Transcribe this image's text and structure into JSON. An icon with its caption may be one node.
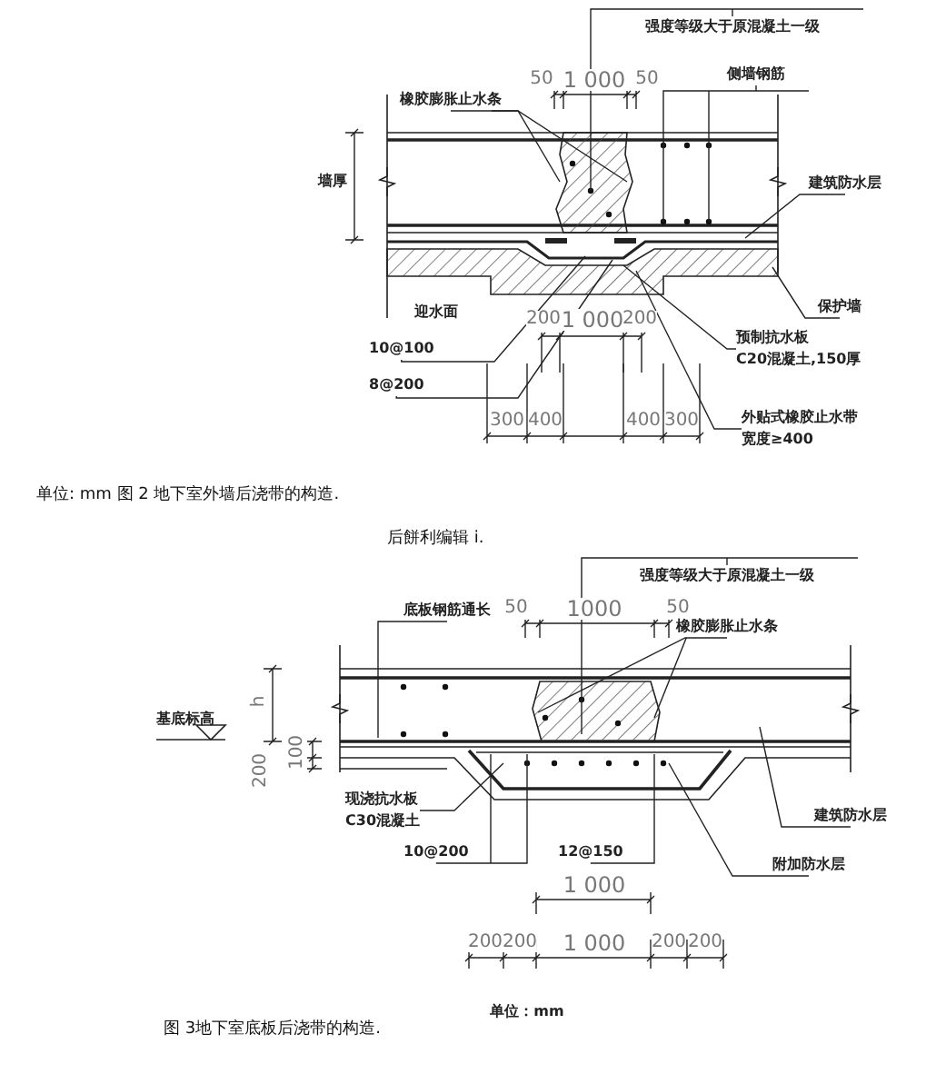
{
  "diagram": {
    "nodes": [
      {
        "text": [
          "强度等级大于原混凝土一级"
        ]
      },
      {
        "text": [
          "侧墙钢筋"
        ]
      },
      {
        "text": [
          "橡胶膨胀止水条"
        ]
      },
      {
        "text": [
          "建筑防水层"
        ]
      },
      {
        "text": [
          "保护墙"
        ]
      },
      {
        "text": [
          "预制抗水板",
          "C20混凝土,150厚"
        ]
      },
      {
        "text": [
          "10@100"
        ]
      },
      {
        "text": [
          "8@200"
        ]
      },
      {
        "text": [
          "外贴式橡胶止水带",
          "宽度≥400"
        ]
      },
      {
        "text": [
          "强度等级大于原混凝土一级"
        ]
      },
      {
        "text": [
          "底板钢筋通长"
        ]
      },
      {
        "text": [
          "橡胶膨胀止水条"
        ]
      },
      {
        "text": [
          "现浇抗水板",
          "C30混凝土"
        ]
      },
      {
        "text": [
          "10@200"
        ]
      },
      {
        "text": [
          "12@150"
        ]
      },
      {
        "text": [
          "建筑防水层"
        ]
      },
      {
        "text": [
          "附加防水层"
        ]
      },
      {
        "text": [],
        "shape": "picture"
      },
      {
        "text": [],
        "shape": "picture"
      }
    ],
    "edges": [
      {
        "from": 0,
        "to": 17,
        "arrow": "none"
      },
      {
        "from": 1,
        "to": 17,
        "arrow": "none"
      },
      {
        "from": 2,
        "to": 17,
        "arrow": "none"
      },
      {
        "from": 2,
        "to": 17,
        "arrow": "none"
      },
      {
        "from": 3,
        "to": 17,
        "arrow": "none"
      },
      {
        "from": 4,
        "to": 17,
        "arrow": "none"
      },
      {
        "from": 5,
        "to": 17,
        "arrow": "none"
      },
      {
        "from": 6,
        "to": 17,
        "arrow": "none"
      },
      {
        "from": 7,
        "to": 17,
        "arrow": "none"
      },
      {
        "from": 8,
        "to": 17,
        "arrow": "none"
      },
      {
        "from": 9,
        "to": 18,
        "arrow": "none"
      },
      {
        "from": 10,
        "to": 18,
        "arrow": "none"
      },
      {
        "from": 11,
        "to": 18,
        "arrow": "none"
      },
      {
        "from": 11,
        "to": 18,
        "arrow": "none"
      },
      {
        "from": 12,
        "to": 18,
        "arrow": "none"
      },
      {
        "from": 13,
        "to": 18,
        "arrow": "none"
      },
      {
        "from": 14,
        "to": 18,
        "arrow": "none"
      },
      {
        "from": 15,
        "to": 18,
        "arrow": "none"
      },
      {
        "from": 16,
        "to": 18,
        "arrow": "none"
      }
    ],
    "labels": [
      "墙厚",
      "50",
      "1 000",
      "50",
      "迎水面",
      "200",
      "1 000",
      "200",
      "300",
      "400",
      "400",
      "300",
      "单位: mm 图 2 地下室外墙后浇带的构造.",
      "后餅利编辑 i.",
      "50",
      "1000",
      "50",
      "基底标高",
      "h",
      "200",
      "100",
      "1 000",
      "200",
      "200",
      "1 000",
      "200",
      "200",
      "单位：mm",
      "图 3地下室底板后浇带的构造."
    ]
  }
}
